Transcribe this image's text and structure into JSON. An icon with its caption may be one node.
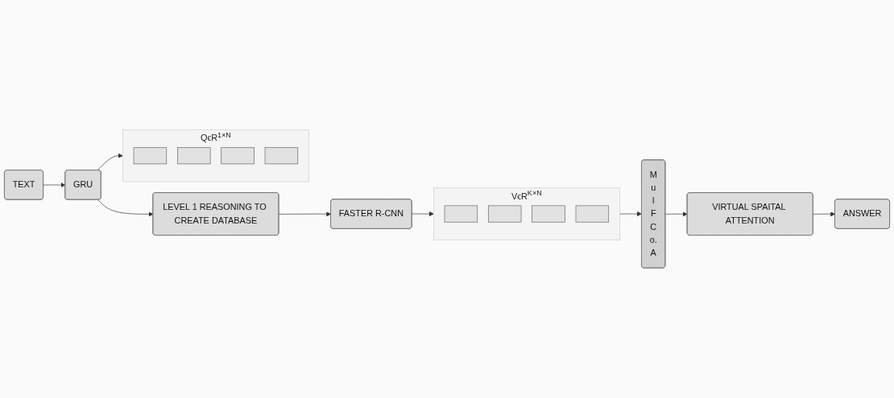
{
  "diagram": {
    "nodes": [
      {
        "text": [
          "TEXT"
        ]
      },
      {
        "text": [
          "GRU"
        ]
      },
      {
        "text": [
          "QϵR$^{1×N}$"
        ]
      },
      {
        "text": [],
        "shape": "bar",
        "in": 2
      },
      {
        "text": [],
        "shape": "bar",
        "in": 2
      },
      {
        "text": [],
        "shape": "bar",
        "in": 2
      },
      {
        "text": [],
        "shape": "bar",
        "in": 2
      },
      {
        "text": [
          "LEVEL 1 REASONING TO CREATE DATABASE"
        ]
      },
      {
        "text": [
          "FASTER R-CNN"
        ]
      },
      {
        "text": [
          "VϵR$^{K×N}$"
        ]
      },
      {
        "text": [],
        "shape": "bar",
        "in": 9
      },
      {
        "text": [],
        "shape": "bar",
        "in": 9
      },
      {
        "text": [],
        "shape": "bar",
        "in": 9
      },
      {
        "text": [],
        "shape": "bar",
        "in": 9
      },
      {
        "text": [
          "M u l F C o. A"
        ]
      },
      {
        "text": [
          "VIRTUAL SPAITAL ATTENTION"
        ]
      },
      {
        "text": [
          "ANSWER"
        ]
      }
    ],
    "edges": [
      {
        "from": 0,
        "to": 1,
        "arrow": "to"
      },
      {
        "from": 1,
        "to": 2,
        "arrow": "to"
      },
      {
        "from": 1,
        "to": 7,
        "arrow": "to"
      },
      {
        "from": 7,
        "to": 8,
        "arrow": "to"
      },
      {
        "from": 8,
        "to": 9,
        "arrow": "to"
      },
      {
        "from": 9,
        "to": 14,
        "arrow": "to"
      },
      {
        "from": 14,
        "to": 15,
        "arrow": "to"
      },
      {
        "from": 15,
        "to": 16,
        "arrow": "to"
      }
    ]
  }
}
